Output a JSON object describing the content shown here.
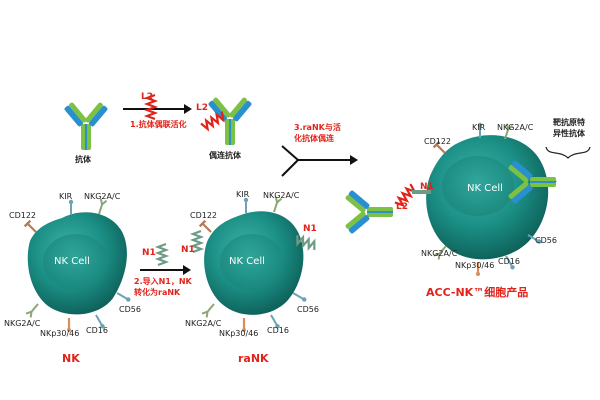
{
  "step1": {
    "l2": "L2",
    "text": "1.抗体偶联活化"
  },
  "antibody_label": "抗体",
  "coupled_antibody": {
    "label": "偶连抗体",
    "l2": "L2"
  },
  "step2": {
    "n1": "N1",
    "line1": "2.导入N1，NK",
    "line2": "转化为raNK"
  },
  "step3": {
    "line1": "3.raNK与活",
    "line2": "化抗体偶连"
  },
  "nk": {
    "cell_label": "NK Cell",
    "name": "NK",
    "receptors": {
      "cd122": "CD122",
      "kir": "KIR",
      "nkg2ac_top": "NKG2A/C",
      "nkg2ac_bottom": "NKG2A/C",
      "nkp": "NKp30/46",
      "cd16": "CD16",
      "cd56": "CD56"
    }
  },
  "rank": {
    "cell_label": "NK Cell",
    "name": "raNK",
    "n1": "N1",
    "receptors": {
      "cd122": "CD122",
      "kir": "KIR",
      "nkg2ac_top": "NKG2A/C",
      "nkg2ac_bottom": "NKG2A/C",
      "nkp": "NKp30/46",
      "cd16": "CD16",
      "cd56": "CD56"
    }
  },
  "acc": {
    "cell_label": "NK Cell",
    "name": "ACC-NK™细胞产品",
    "n1": "N1",
    "l2": "L2",
    "target_antibody": {
      "line1": "靶抗原特",
      "line2": "异性抗体"
    },
    "receptors": {
      "cd122": "CD122",
      "kir": "KIR",
      "nkg2ac_top": "NKG2A/C",
      "nkg2ac_bottom": "NKG2A/C",
      "nkp": "NKp30/46",
      "cd16": "CD16",
      "cd56": "CD56"
    }
  },
  "colors": {
    "cell": "#1b8f85",
    "cell_dark": "#0d5f58",
    "blue": "#2a8fcf",
    "green": "#7cc142",
    "red": "#e2231a",
    "linker": "#6e9b86"
  }
}
